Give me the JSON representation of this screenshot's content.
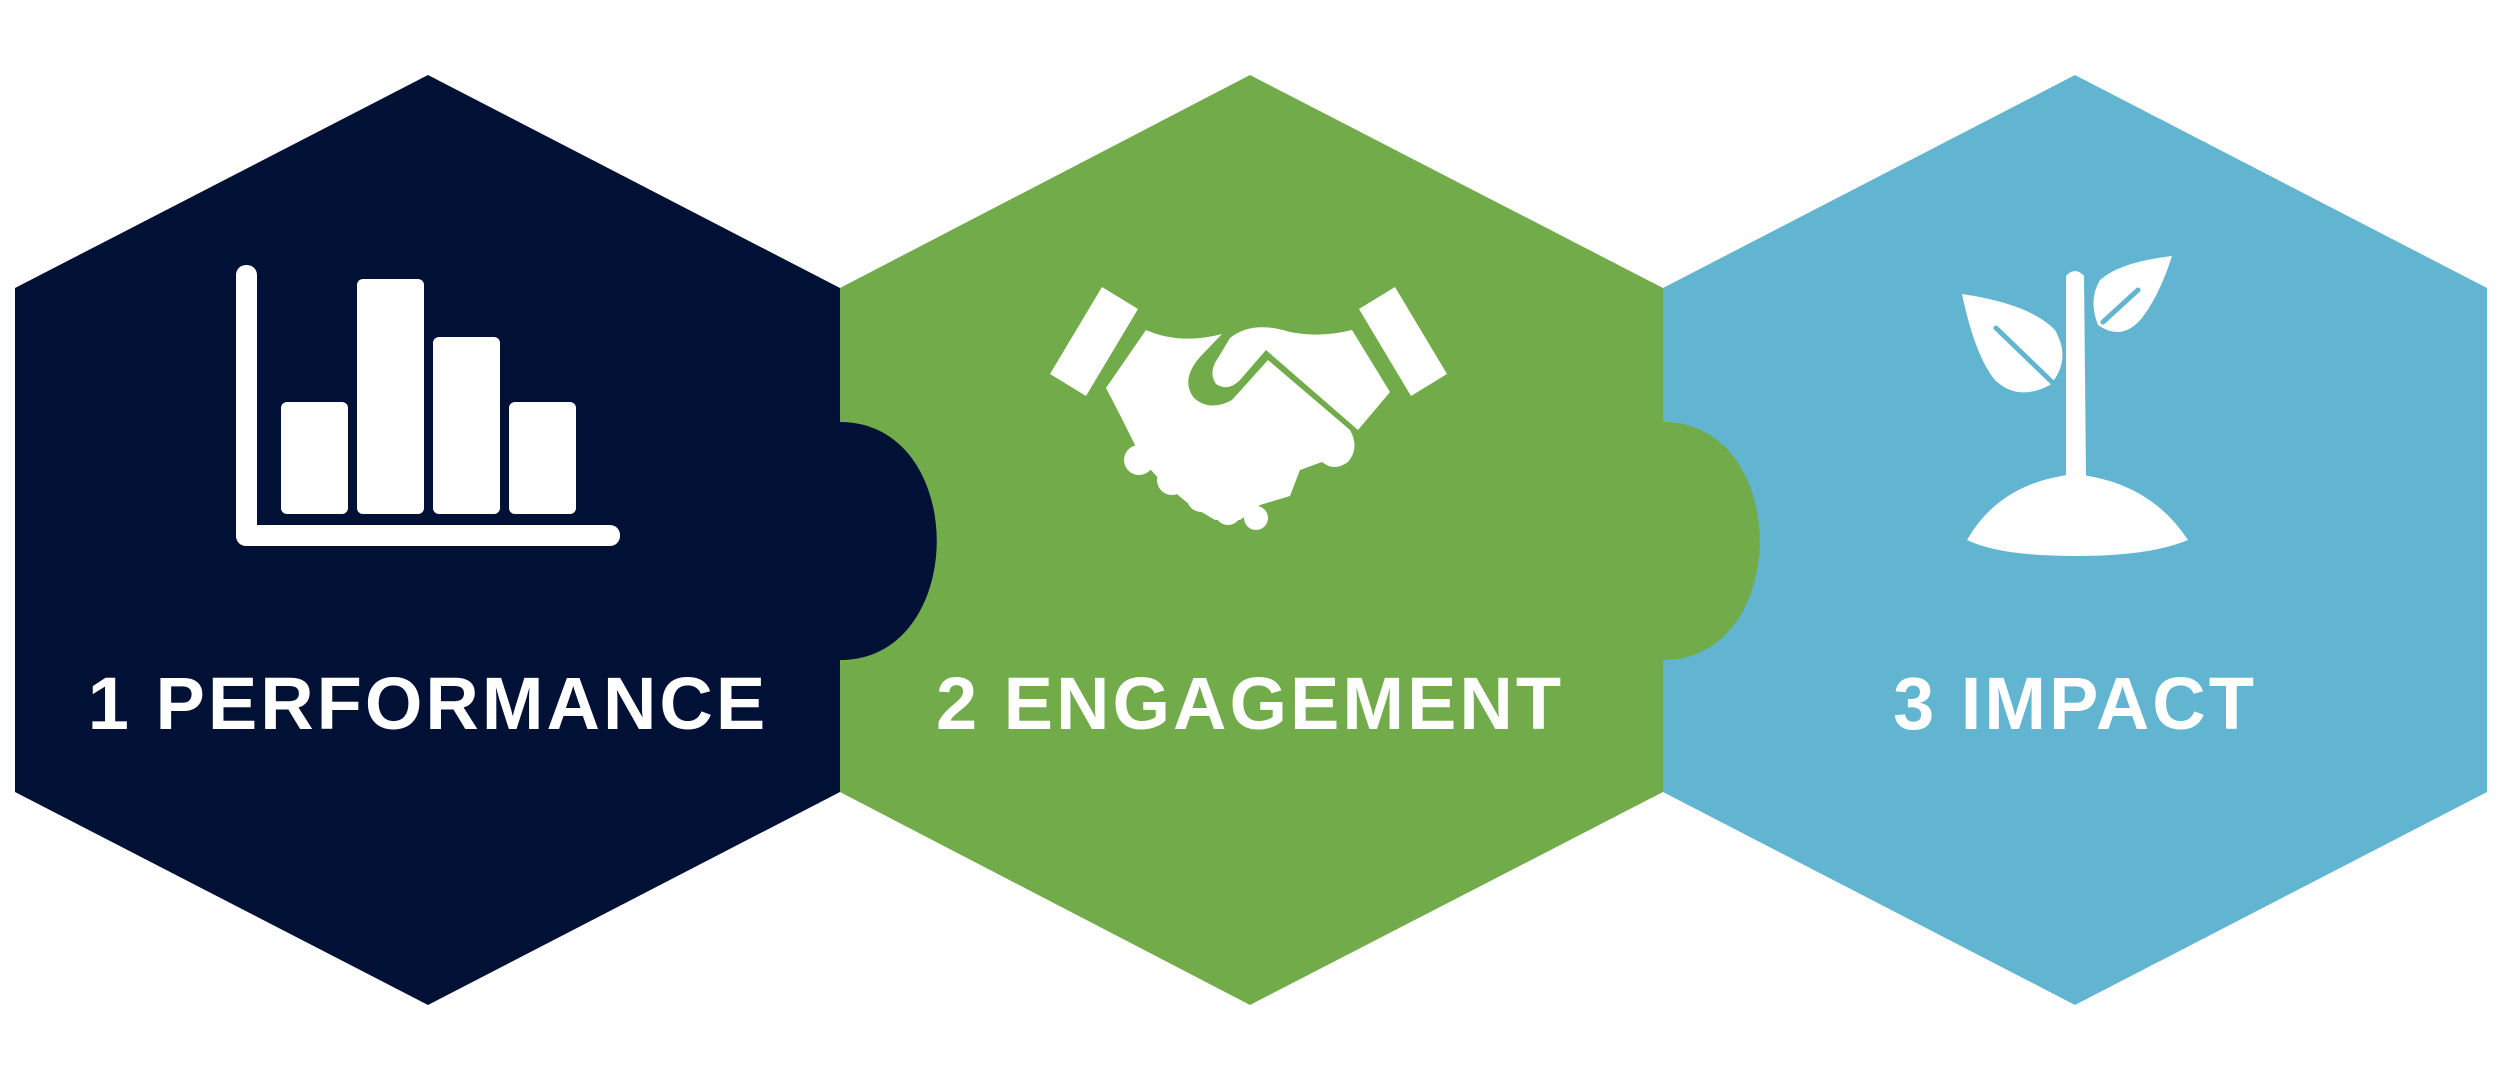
{
  "colors": {
    "background": "#ffffff",
    "performance": "#011135",
    "engagement": "#71ab4a",
    "impact": "#62b5d1",
    "icon": "#ffffff"
  },
  "steps": [
    {
      "label": "1 PERFORMANCE",
      "icon": "bar-chart-icon"
    },
    {
      "label": "2 ENGAGEMENT",
      "icon": "handshake-icon"
    },
    {
      "label": "3 IMPACT",
      "icon": "sprout-icon"
    }
  ]
}
